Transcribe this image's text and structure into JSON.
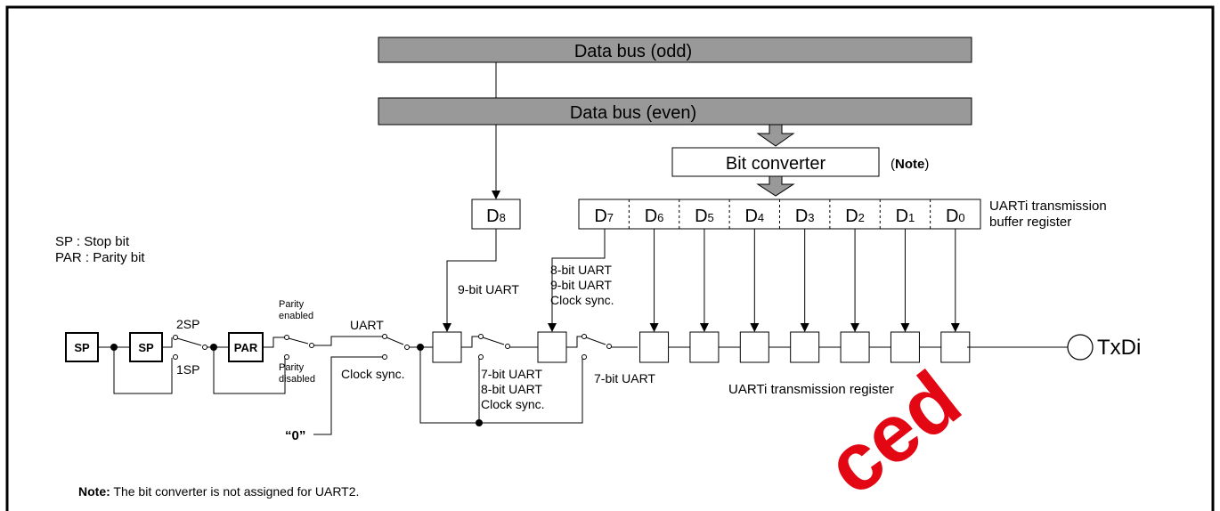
{
  "buses": {
    "odd": "Data bus (odd)",
    "even": "Data bus (even)"
  },
  "converter": {
    "label": "Bit converter",
    "note_open": "(",
    "note_word": "Note",
    "note_close": ")"
  },
  "d8": {
    "base": "D",
    "sub": "8"
  },
  "buffer": {
    "cells": [
      {
        "base": "D",
        "sub": "7"
      },
      {
        "base": "D",
        "sub": "6"
      },
      {
        "base": "D",
        "sub": "5"
      },
      {
        "base": "D",
        "sub": "4"
      },
      {
        "base": "D",
        "sub": "3"
      },
      {
        "base": "D",
        "sub": "2"
      },
      {
        "base": "D",
        "sub": "1"
      },
      {
        "base": "D",
        "sub": "0"
      }
    ],
    "label_line1": "UARTi transmission",
    "label_line2": "buffer register"
  },
  "legend": {
    "sp": "SP : Stop bit",
    "par": "PAR : Parity bit"
  },
  "blocks": {
    "sp": "SP",
    "par": "PAR"
  },
  "switch_labels": {
    "two_sp": "2SP",
    "one_sp": "1SP",
    "parity_enabled_1": "Parity",
    "parity_enabled_2": "enabled",
    "parity_disabled_1": "Parity",
    "parity_disabled_2": "disabled",
    "uart": "UART",
    "clock_sync": "Clock sync.",
    "zero": "“0”",
    "nine_bit": "9-bit UART",
    "mid_upper_1": "8-bit UART",
    "mid_upper_2": "9-bit UART",
    "mid_upper_3": "Clock sync.",
    "mid_lower_1": "7-bit UART",
    "mid_lower_2": "8-bit UART",
    "mid_lower_3": "Clock sync.",
    "seven_bit": "7-bit UART"
  },
  "register_label": "UARTi transmission register",
  "txd": "TxDi",
  "note": {
    "bold": "Note:",
    "text": " The bit converter is not assigned for UART2."
  },
  "watermark": "ced"
}
